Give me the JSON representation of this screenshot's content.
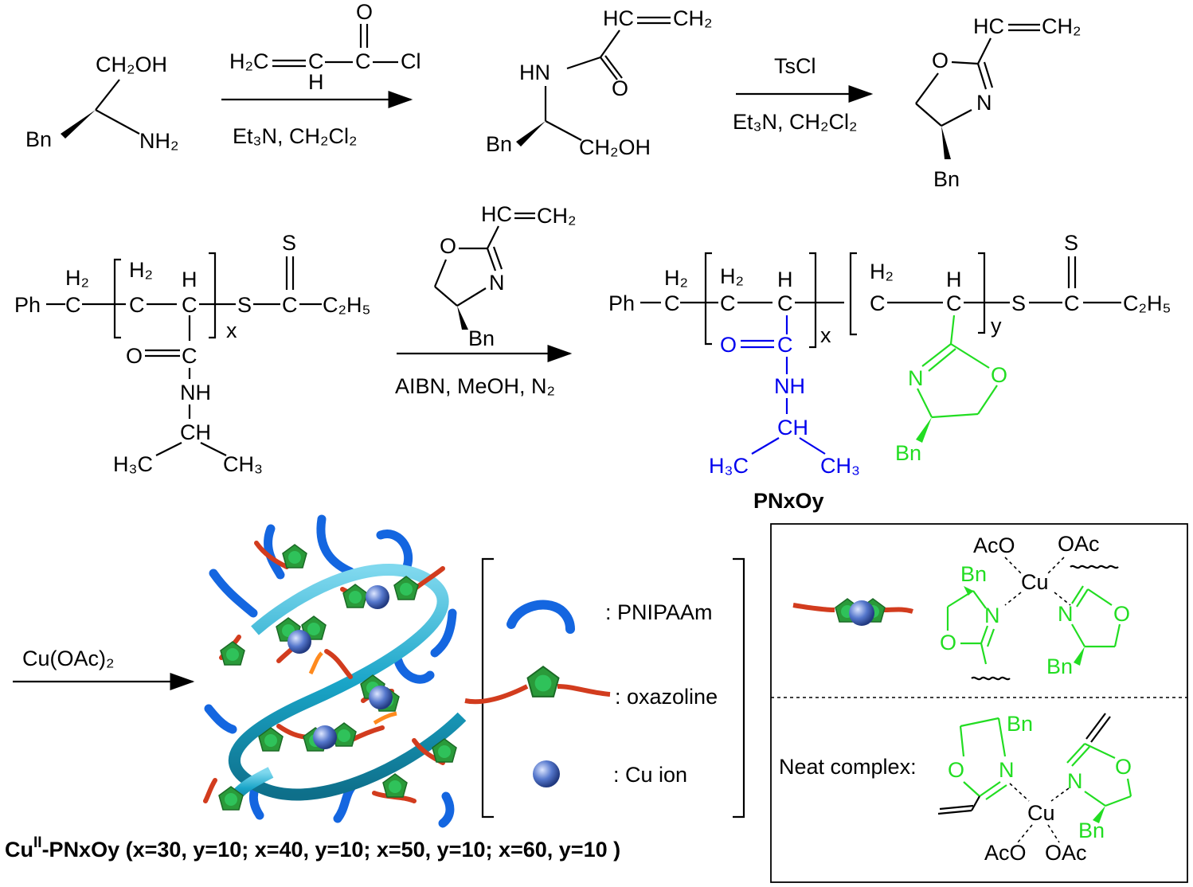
{
  "row1": {
    "sm1": {
      "ch2oh": "CH₂OH",
      "bn": "Bn",
      "nh2": "NH₂"
    },
    "reagent1": {
      "acryloyl_left": "H₂C",
      "acryloyl_c": "C",
      "acryloyl_h": "H",
      "acryloyl_c2": "C",
      "acryloyl_cl": "Cl",
      "acryloyl_o": "O",
      "cond": "Et₃N, CH₂Cl₂"
    },
    "amide": {
      "vinyl": "HC",
      "ch2": "CH₂",
      "hn": "HN",
      "o": "O",
      "bn": "Bn",
      "ch2oh": "CH₂OH"
    },
    "reagent2": {
      "top": "TsCl",
      "cond": "Et₃N, CH₂Cl₂"
    },
    "oxazoline": {
      "vinyl": "HC",
      "ch2": "CH₂",
      "o": "O",
      "n": "N",
      "bn": "Bn"
    }
  },
  "row2": {
    "pnipaam": {
      "ph": "Ph",
      "h2a": "H₂",
      "ca": "C",
      "h2b": "H₂",
      "cb": "C",
      "h": "H",
      "cc": "C",
      "x": "x",
      "s": "S",
      "cs": "C",
      "sd": "S",
      "c2h5": "C₂H₅",
      "o": "O",
      "cam": "C",
      "nh": "NH",
      "ch": "CH",
      "h3c": "H₃C",
      "ch3": "CH₃"
    },
    "monomer": {
      "vinyl": "HC",
      "ch2": "CH₂",
      "o": "O",
      "n": "N",
      "bn": "Bn"
    },
    "cond": "AIBN, MeOH, N₂",
    "product": {
      "ph": "Ph",
      "h2a": "H₂",
      "ca": "C",
      "h2b": "H₂",
      "cb": "C",
      "h": "H",
      "cc": "C",
      "x": "x",
      "h2c": "H₂",
      "cd": "C",
      "h2": "H",
      "ce": "C",
      "y": "y",
      "s": "S",
      "cs": "C",
      "sd": "S",
      "c2h5": "C₂H₅",
      "o": "O",
      "cam": "C",
      "nh": "NH",
      "ch": "CH",
      "h3c": "H₃C",
      "ch3": "CH₃",
      "n_ox": "N",
      "o_ox": "O",
      "bn": "Bn",
      "name": "PNxOy"
    }
  },
  "row3": {
    "reagent": "Cu(OAc)₂",
    "legend": [
      {
        "label": ": PNIPAAm"
      },
      {
        "label": ": oxazoline"
      },
      {
        "label": ": Cu ion"
      }
    ],
    "caption_main": "Cu",
    "caption_sup": "II",
    "caption_rest": "-PNxOy (x=30, y=10; x=40, y=10; x=50, y=10; x=60, y=10 )",
    "box_top": {
      "aco": "AcO",
      "oac": "OAc",
      "cu": "Cu",
      "bn1": "Bn",
      "n1": "N",
      "o1": "O",
      "n2": "N",
      "o2": "O",
      "bn2": "Bn"
    },
    "box_bottom": {
      "label": "Neat complex:",
      "bn1": "Bn",
      "o1": "O",
      "n1": "N",
      "n2": "N",
      "o2": "O",
      "cu": "Cu",
      "bn2": "Bn",
      "aco": "AcO",
      "oac": "OAc"
    }
  },
  "colors": {
    "pnipaam_blue": "#0000ee",
    "oxazoline_green": "#22dd22",
    "helix": "#1aa5c8",
    "chain_blue": "#1466e0",
    "cu_sphere": "#5577cc",
    "pentagon": "#2a9a3a",
    "tail": "#d23c1e"
  }
}
